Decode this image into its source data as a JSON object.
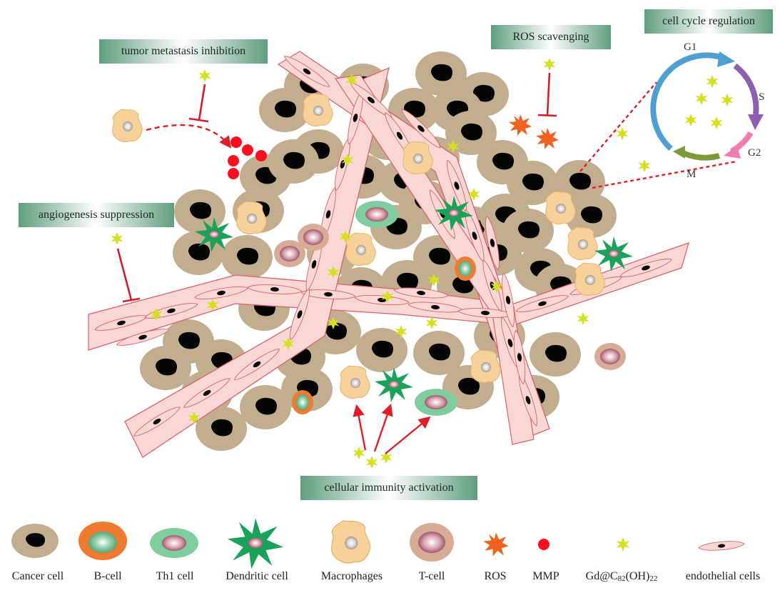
{
  "labels": {
    "tumor_metastasis": "tumor metastasis inhibition",
    "ros_scavenging": "ROS scavenging",
    "cell_cycle": "cell cycle regulation",
    "angiogenesis": "angiogenesis suppression",
    "cellular_immunity": "cellular immunity activation"
  },
  "cycle_phases": {
    "g1": "G1",
    "s": "S",
    "g2": "G2",
    "m": "M"
  },
  "legend": {
    "cancer_cell": "Cancer cell",
    "b_cell": "B-cell",
    "th1_cell": "Th1 cell",
    "dendritic_cell": "Dendritic cell",
    "macrophages": "Macrophages",
    "t_cell": "T-cell",
    "ros": "ROS",
    "mmp": "MMP",
    "nano_prefix": "Gd@C",
    "nano_sub1": "82",
    "nano_mid": "(OH)",
    "nano_sub2": "22",
    "endothelial": "endothelial cells"
  },
  "colors": {
    "cancer_cell": "#c2ad8e",
    "b_cell": "#ef7a32",
    "th1_cell": "#7fcc9f",
    "dendritic_cell": "#1aa25a",
    "macrophage": "#f7d19a",
    "t_cell": "#d8ab96",
    "ros": "#f0621e",
    "mmp": "#ff0f1e",
    "nanoparticle": "#d4e020",
    "endothelial": "#f9d7d4",
    "inhibit_red": "#d21e2c",
    "g1": "#4fa0d2",
    "s": "#8d5fae",
    "g2": "#ef7db2",
    "m": "#7c9a3b"
  }
}
